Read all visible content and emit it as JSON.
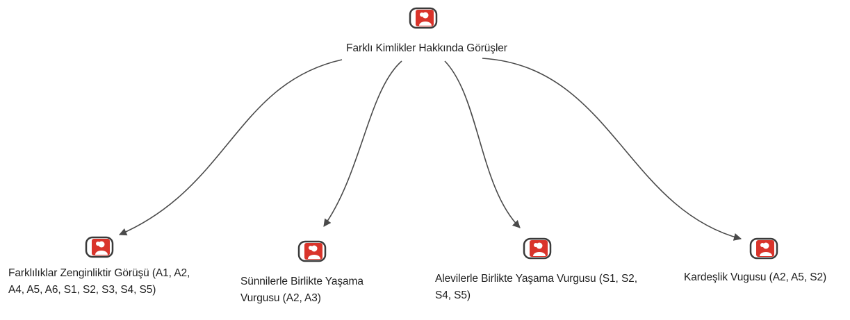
{
  "root": {
    "label": "Farklı Kimlikler Hakkında Görüşler",
    "icon": "person-document-icon"
  },
  "children": [
    {
      "label": "Farklılıklar Zenginliktir Görüşü (A1, A2, A4, A5, A6, S1, S2, S3, S4, S5)",
      "icon": "person-document-icon"
    },
    {
      "label": "Sünnilerle Birlikte Yaşama Vurgusu (A2, A3)",
      "icon": "person-document-icon"
    },
    {
      "label": "Alevilerle Birlikte Yaşama Vurgusu (S1, S2, S4, S5)",
      "icon": "person-document-icon"
    },
    {
      "label": "Kardeşlik Vugusu (A2, A5, S2)",
      "icon": "person-document-icon"
    }
  ],
  "colors": {
    "icon_red": "#d9342b",
    "icon_frame": "#3a3a3a",
    "edge": "#4a4a4a",
    "text": "#1e1e1e"
  }
}
